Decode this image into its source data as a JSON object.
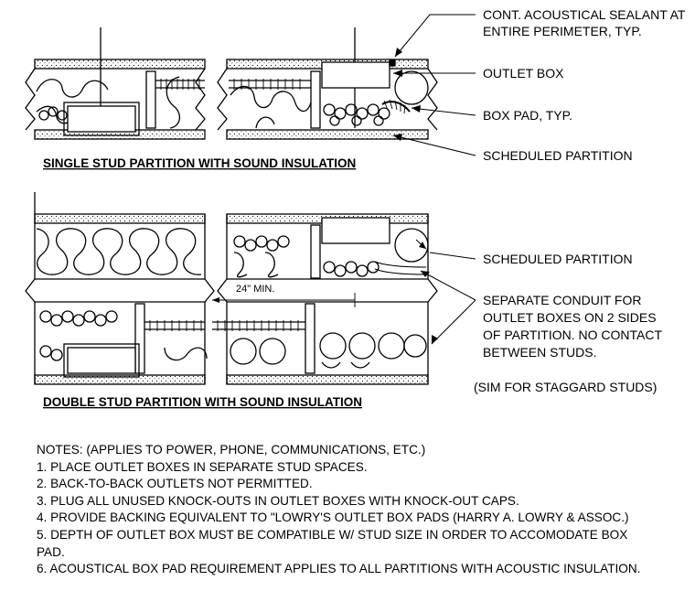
{
  "callouts": {
    "sealant": [
      "CONT. ACOUSTICAL SEALANT AT",
      "ENTIRE PERIMETER, TYP."
    ],
    "outlet_box": "OUTLET BOX",
    "box_pad": "BOX PAD, TYP.",
    "scheduled_partition": "SCHEDULED PARTITION",
    "scheduled_partition_2": "SCHEDULED PARTITION",
    "separate_conduit": [
      "SEPARATE CONDUIT FOR",
      "OUTLET BOXES ON 2 SIDES",
      "OF PARTITION. NO CONTACT",
      "BETWEEN STUDS."
    ],
    "sim": "(SIM FOR STAGGARD STUDS)",
    "min_dim": "24\" MIN."
  },
  "titles": {
    "single": "SINGLE STUD PARTITION WITH SOUND INSULATION",
    "double": "DOUBLE STUD PARTITION WITH SOUND INSULATION"
  },
  "notes": {
    "heading": "NOTES: (APPLIES TO POWER, PHONE, COMMUNICATIONS, ETC.)",
    "items": [
      "1. PLACE OUTLET BOXES IN SEPARATE STUD SPACES.",
      "2. BACK-TO-BACK OUTLETS NOT PERMITTED.",
      "3. PLUG ALL UNUSED KNOCK-OUTS IN OUTLET BOXES WITH KNOCK-OUT CAPS.",
      "4. PROVIDE BACKING EQUIVALENT TO \"LOWRY'S OUTLET BOX PADS (HARRY A. LOWRY & ASSOC.)",
      "5. DEPTH OF OUTLET BOX MUST BE COMPATIBLE W/ STUD SIZE IN ORDER TO ACCOMODATE BOX",
      "PAD.",
      "6. ACOUSTICAL BOX PAD REQUIREMENT APPLIES TO ALL PARTITIONS WITH ACOUSTIC INSULATION."
    ]
  }
}
